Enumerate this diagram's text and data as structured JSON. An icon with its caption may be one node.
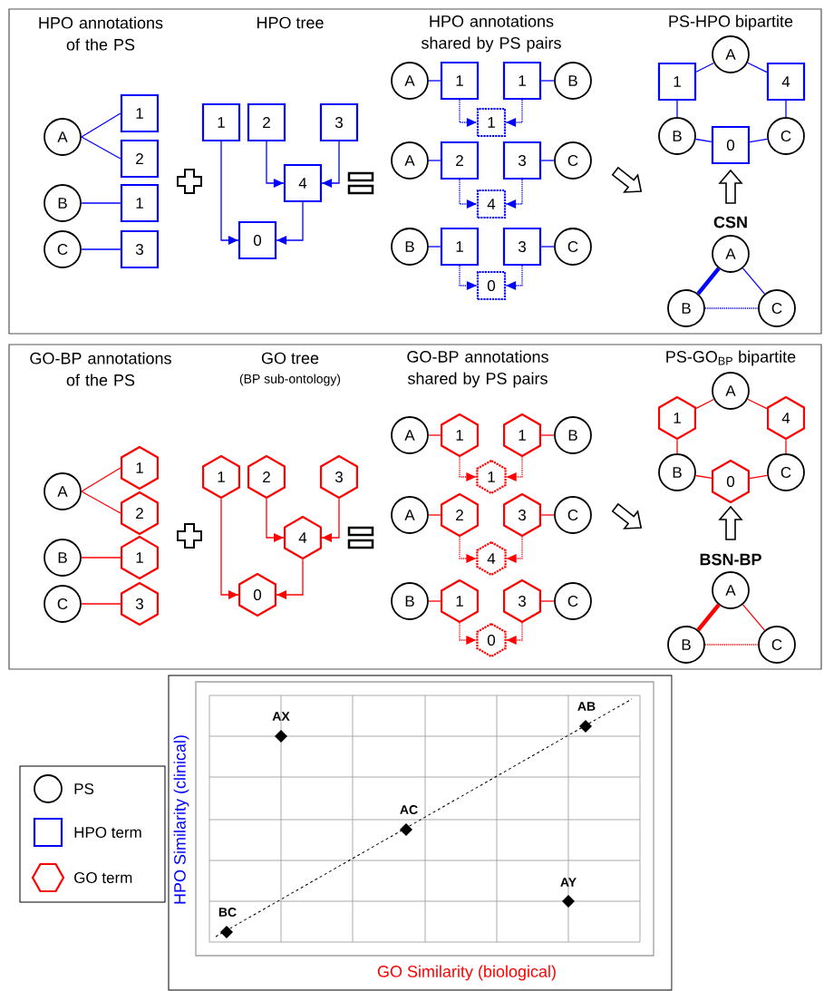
{
  "diagram": {
    "nodes": [
      {
        "text": [
          "HPO annotations of the PS",
          "HPO tree",
          "HPO annotations shared by PS pairs",
          "PS-HPO bipartite",
          "CSN"
        ]
      },
      {
        "text": [
          "A"
        ],
        "in": 0
      },
      {
        "text": [
          "1"
        ],
        "in": 0
      },
      {
        "text": [
          "2"
        ],
        "in": 0
      },
      {
        "text": [
          "B"
        ],
        "in": 0
      },
      {
        "text": [
          "1"
        ],
        "in": 0
      },
      {
        "text": [
          "C"
        ],
        "in": 0
      },
      {
        "text": [
          "3"
        ],
        "in": 0
      },
      {
        "text": [
          "1"
        ],
        "in": 0
      },
      {
        "text": [
          "2"
        ],
        "in": 0
      },
      {
        "text": [
          "3"
        ],
        "in": 0
      },
      {
        "text": [
          "4"
        ],
        "in": 0
      },
      {
        "text": [
          "0"
        ],
        "in": 0
      },
      {
        "text": [
          "A"
        ],
        "in": 0
      },
      {
        "text": [
          "1"
        ],
        "in": 0
      },
      {
        "text": [
          "1"
        ],
        "in": 0
      },
      {
        "text": [
          "B"
        ],
        "in": 0
      },
      {
        "text": [
          "1"
        ],
        "in": 0
      },
      {
        "text": [
          "A"
        ],
        "in": 0
      },
      {
        "text": [
          "2"
        ],
        "in": 0
      },
      {
        "text": [
          "3"
        ],
        "in": 0
      },
      {
        "text": [
          "C"
        ],
        "in": 0
      },
      {
        "text": [
          "4"
        ],
        "in": 0
      },
      {
        "text": [
          "B"
        ],
        "in": 0
      },
      {
        "text": [
          "1"
        ],
        "in": 0
      },
      {
        "text": [
          "3"
        ],
        "in": 0
      },
      {
        "text": [
          "C"
        ],
        "in": 0
      },
      {
        "text": [
          "0"
        ],
        "in": 0
      },
      {
        "text": [
          "A"
        ],
        "in": 0
      },
      {
        "text": [
          "1"
        ],
        "in": 0
      },
      {
        "text": [
          "4"
        ],
        "in": 0
      },
      {
        "text": [
          "B"
        ],
        "in": 0
      },
      {
        "text": [
          "0"
        ],
        "in": 0
      },
      {
        "text": [
          "C"
        ],
        "in": 0
      },
      {
        "text": [
          "A"
        ],
        "in": 0
      },
      {
        "text": [
          "B"
        ],
        "in": 0
      },
      {
        "text": [
          "C"
        ],
        "in": 0
      },
      {
        "text": [
          "GO-BP annotations of the PS",
          "GO tree",
          "(BP sub-ontology)",
          "GO-BP annotations shared by PS pairs",
          "PS-GO$_{BP}$ bipartite",
          "BSN-BP"
        ]
      },
      {
        "text": [
          "A"
        ],
        "in": 37
      },
      {
        "text": [
          "1"
        ],
        "in": 37
      },
      {
        "text": [
          "2"
        ],
        "in": 37
      },
      {
        "text": [
          "B"
        ],
        "in": 37
      },
      {
        "text": [
          "1"
        ],
        "in": 37
      },
      {
        "text": [
          "C"
        ],
        "in": 37
      },
      {
        "text": [
          "3"
        ],
        "in": 37
      },
      {
        "text": [
          "1"
        ],
        "in": 37
      },
      {
        "text": [
          "2"
        ],
        "in": 37
      },
      {
        "text": [
          "3"
        ],
        "in": 37
      },
      {
        "text": [
          "4"
        ],
        "in": 37
      },
      {
        "text": [
          "0"
        ],
        "in": 37
      },
      {
        "text": [
          "A"
        ],
        "in": 37
      },
      {
        "text": [
          "1"
        ],
        "in": 37
      },
      {
        "text": [
          "1"
        ],
        "in": 37
      },
      {
        "text": [
          "B"
        ],
        "in": 37
      },
      {
        "text": [
          "1"
        ],
        "in": 37
      },
      {
        "text": [
          "A"
        ],
        "in": 37
      },
      {
        "text": [
          "2"
        ],
        "in": 37
      },
      {
        "text": [
          "3"
        ],
        "in": 37
      },
      {
        "text": [
          "C"
        ],
        "in": 37
      },
      {
        "text": [
          "4"
        ],
        "in": 37
      },
      {
        "text": [
          "B"
        ],
        "in": 37
      },
      {
        "text": [
          "1"
        ],
        "in": 37
      },
      {
        "text": [
          "3"
        ],
        "in": 37
      },
      {
        "text": [
          "C"
        ],
        "in": 37
      },
      {
        "text": [
          "0"
        ],
        "in": 37
      },
      {
        "text": [
          "A"
        ],
        "in": 37
      },
      {
        "text": [
          "1"
        ],
        "in": 37
      },
      {
        "text": [
          "4"
        ],
        "in": 37
      },
      {
        "text": [
          "B"
        ],
        "in": 37
      },
      {
        "text": [
          "0"
        ],
        "in": 37
      },
      {
        "text": [
          "C"
        ],
        "in": 37
      },
      {
        "text": [
          "A"
        ],
        "in": 37
      },
      {
        "text": [
          "B"
        ],
        "in": 37
      },
      {
        "text": [
          "C"
        ],
        "in": 37
      }
    ],
    "edges": [
      {
        "from": 1,
        "to": 2,
        "arrow": "none",
        "color": "#0000ff"
      },
      {
        "from": 1,
        "to": 3,
        "arrow": "none",
        "color": "#0000ff"
      },
      {
        "from": 4,
        "to": 5,
        "arrow": "none",
        "color": "#0000ff"
      },
      {
        "from": 6,
        "to": 7,
        "arrow": "none",
        "color": "#0000ff"
      },
      {
        "from": 8,
        "to": 12,
        "arrow": "to",
        "color": "#0000ff"
      },
      {
        "from": 9,
        "to": 11,
        "arrow": "to",
        "color": "#0000ff"
      },
      {
        "from": 10,
        "to": 11,
        "arrow": "to",
        "color": "#0000ff"
      },
      {
        "from": 11,
        "to": 12,
        "arrow": "to",
        "color": "#0000ff"
      },
      {
        "from": 13,
        "to": 14,
        "arrow": "none",
        "color": "#0000ff"
      },
      {
        "from": 15,
        "to": 16,
        "arrow": "none",
        "color": "#0000ff"
      },
      {
        "from": 14,
        "to": 17,
        "arrow": "to",
        "style": "dashed",
        "color": "#0000ff"
      },
      {
        "from": 15,
        "to": 17,
        "arrow": "to",
        "style": "dashed",
        "color": "#0000ff"
      },
      {
        "from": 18,
        "to": 19,
        "arrow": "none",
        "color": "#0000ff"
      },
      {
        "from": 20,
        "to": 21,
        "arrow": "none",
        "color": "#0000ff"
      },
      {
        "from": 19,
        "to": 22,
        "arrow": "to",
        "style": "dashed",
        "color": "#0000ff"
      },
      {
        "from": 20,
        "to": 22,
        "arrow": "to",
        "style": "dashed",
        "color": "#0000ff"
      },
      {
        "from": 23,
        "to": 24,
        "arrow": "none",
        "color": "#0000ff"
      },
      {
        "from": 25,
        "to": 26,
        "arrow": "none",
        "color": "#0000ff"
      },
      {
        "from": 24,
        "to": 27,
        "arrow": "to",
        "style": "dashed",
        "color": "#0000ff"
      },
      {
        "from": 25,
        "to": 27,
        "arrow": "to",
        "style": "dashed",
        "color": "#0000ff"
      },
      {
        "from": 28,
        "to": 29,
        "arrow": "none",
        "color": "#0000ff"
      },
      {
        "from": 28,
        "to": 30,
        "arrow": "none",
        "color": "#0000ff"
      },
      {
        "from": 29,
        "to": 31,
        "arrow": "none",
        "color": "#0000ff"
      },
      {
        "from": 30,
        "to": 33,
        "arrow": "none",
        "color": "#0000ff"
      },
      {
        "from": 31,
        "to": 32,
        "arrow": "none",
        "color": "#0000ff"
      },
      {
        "from": 32,
        "to": 33,
        "arrow": "none",
        "color": "#0000ff"
      },
      {
        "from": 34,
        "to": 35,
        "arrow": "none",
        "style": "thick",
        "color": "#0000ff"
      },
      {
        "from": 34,
        "to": 36,
        "arrow": "none",
        "color": "#0000ff"
      },
      {
        "from": 35,
        "to": 36,
        "arrow": "none",
        "style": "dashed",
        "color": "#0000ff"
      },
      {
        "from": 38,
        "to": 39,
        "arrow": "none",
        "color": "#ff0000"
      },
      {
        "from": 38,
        "to": 40,
        "arrow": "none",
        "color": "#ff0000"
      },
      {
        "from": 41,
        "to": 42,
        "arrow": "none",
        "color": "#ff0000"
      },
      {
        "from": 43,
        "to": 44,
        "arrow": "none",
        "color": "#ff0000"
      },
      {
        "from": 45,
        "to": 49,
        "arrow": "to",
        "color": "#ff0000"
      },
      {
        "from": 46,
        "to": 48,
        "arrow": "to",
        "color": "#ff0000"
      },
      {
        "from": 47,
        "to": 48,
        "arrow": "to",
        "color": "#ff0000"
      },
      {
        "from": 48,
        "to": 49,
        "arrow": "to",
        "color": "#ff0000"
      },
      {
        "from": 50,
        "to": 51,
        "arrow": "none",
        "color": "#ff0000"
      },
      {
        "from": 52,
        "to": 53,
        "arrow": "none",
        "color": "#ff0000"
      },
      {
        "from": 51,
        "to": 54,
        "arrow": "to",
        "style": "dashed",
        "color": "#ff0000"
      },
      {
        "from": 52,
        "to": 54,
        "arrow": "to",
        "style": "dashed",
        "color": "#ff0000"
      },
      {
        "from": 55,
        "to": 56,
        "arrow": "none",
        "color": "#ff0000"
      },
      {
        "from": 57,
        "to": 58,
        "arrow": "none",
        "color": "#ff0000"
      },
      {
        "from": 56,
        "to": 59,
        "arrow": "to",
        "style": "dashed",
        "color": "#ff0000"
      },
      {
        "from": 57,
        "to": 59,
        "arrow": "to",
        "style": "dashed",
        "color": "#ff0000"
      },
      {
        "from": 60,
        "to": 61,
        "arrow": "none",
        "color": "#ff0000"
      },
      {
        "from": 62,
        "to": 63,
        "arrow": "none",
        "color": "#ff0000"
      },
      {
        "from": 61,
        "to": 64,
        "arrow": "to",
        "style": "dashed",
        "color": "#ff0000"
      },
      {
        "from": 62,
        "to": 64,
        "arrow": "to",
        "style": "dashed",
        "color": "#ff0000"
      },
      {
        "from": 65,
        "to": 66,
        "arrow": "none",
        "color": "#ff0000"
      },
      {
        "from": 65,
        "to": 67,
        "arrow": "none",
        "color": "#ff0000"
      },
      {
        "from": 66,
        "to": 68,
        "arrow": "none",
        "color": "#ff0000"
      },
      {
        "from": 67,
        "to": 70,
        "arrow": "none",
        "color": "#ff0000"
      },
      {
        "from": 68,
        "to": 69,
        "arrow": "none",
        "color": "#ff0000"
      },
      {
        "from": 69,
        "to": 70,
        "arrow": "none",
        "color": "#ff0000"
      },
      {
        "from": 71,
        "to": 72,
        "arrow": "none",
        "style": "thick",
        "color": "#ff0000"
      },
      {
        "from": 71,
        "to": 73,
        "arrow": "none",
        "color": "#ff0000"
      },
      {
        "from": 72,
        "to": 73,
        "arrow": "none",
        "style": "dashed",
        "color": "#ff0000"
      }
    ],
    "labels": [
      "AX",
      "AB",
      "AC",
      "AY",
      "BC",
      "HPO Similarity (clinical)",
      "GO Similarity (biological)"
    ],
    "legend": [
      {
        "text": "PS"
      },
      {
        "text": "HPO term"
      },
      {
        "text": "GO term"
      }
    ]
  }
}
